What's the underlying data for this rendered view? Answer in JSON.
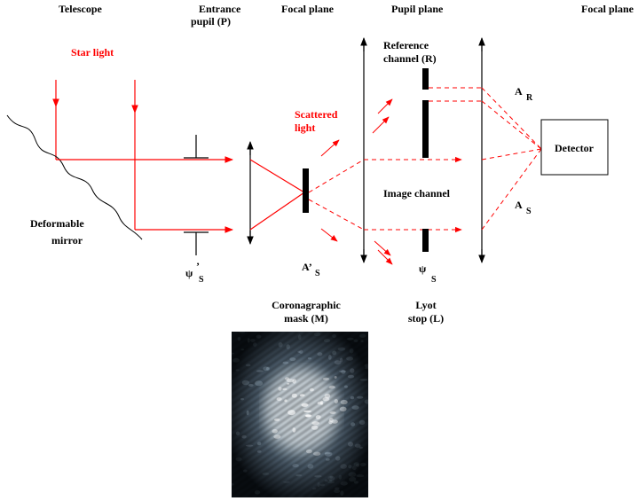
{
  "colors": {
    "light": "#ff0000",
    "ink": "#000000",
    "speckle": "#d8ecf8"
  },
  "headers": {
    "telescope": "Telescope",
    "entrance_1": "Entrance",
    "entrance_2": "pupil (P)",
    "focal_1": "Focal plane",
    "pupil": "Pupil plane",
    "focal_2": "Focal plane"
  },
  "labels": {
    "star_light": "Star light",
    "scattered_1": "Scattered",
    "scattered_2": "light",
    "deformable_1": "Deformable",
    "deformable_2": "mirror",
    "reference_1": "Reference",
    "reference_2": "channel (R)",
    "image_channel": "Image channel",
    "detector": "Detector",
    "coronagraphic_1": "Coronagraphic",
    "coronagraphic_2": "mask (M)",
    "lyot_1": "Lyot",
    "lyot_2": "stop (L)"
  },
  "symbols": {
    "a_r_main": "A",
    "a_r_sub": "R",
    "a_s_main": "A",
    "a_s_sub": "S",
    "a_s_prime_main": "A’",
    "a_s_prime_sub": "S",
    "psi_s_prime_main": "ψ",
    "psi_s_prime_mark": "’",
    "psi_s_prime_sub": "S",
    "psi_s_main": "ψ",
    "psi_s_sub": "S"
  }
}
